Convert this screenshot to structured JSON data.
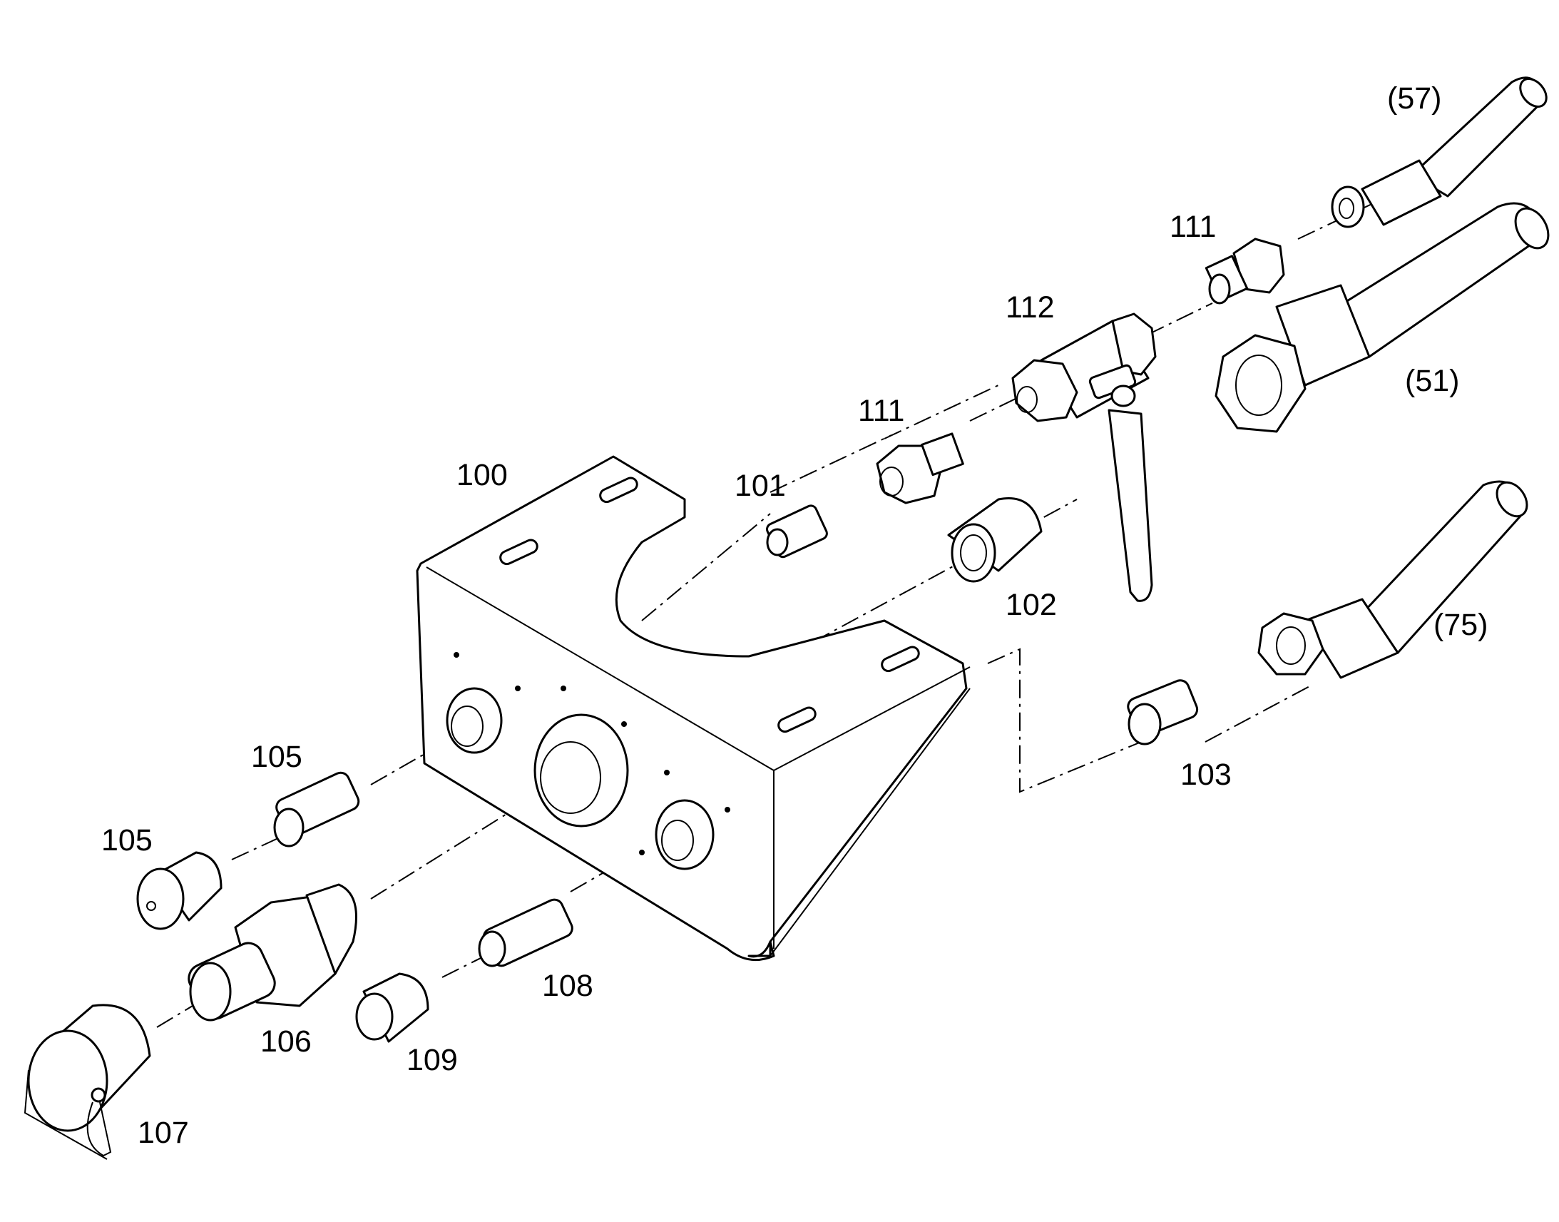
{
  "diagram": {
    "labels": {
      "l57": "(57)",
      "l111a": "111",
      "l112": "112",
      "l51": "(51)",
      "l111b": "111",
      "l100": "100",
      "l101": "101",
      "l102": "102",
      "l75": "(75)",
      "l103": "103",
      "l105a": "105",
      "l105b": "105",
      "l106": "106",
      "l107": "107",
      "l108": "108",
      "l109": "109"
    }
  }
}
